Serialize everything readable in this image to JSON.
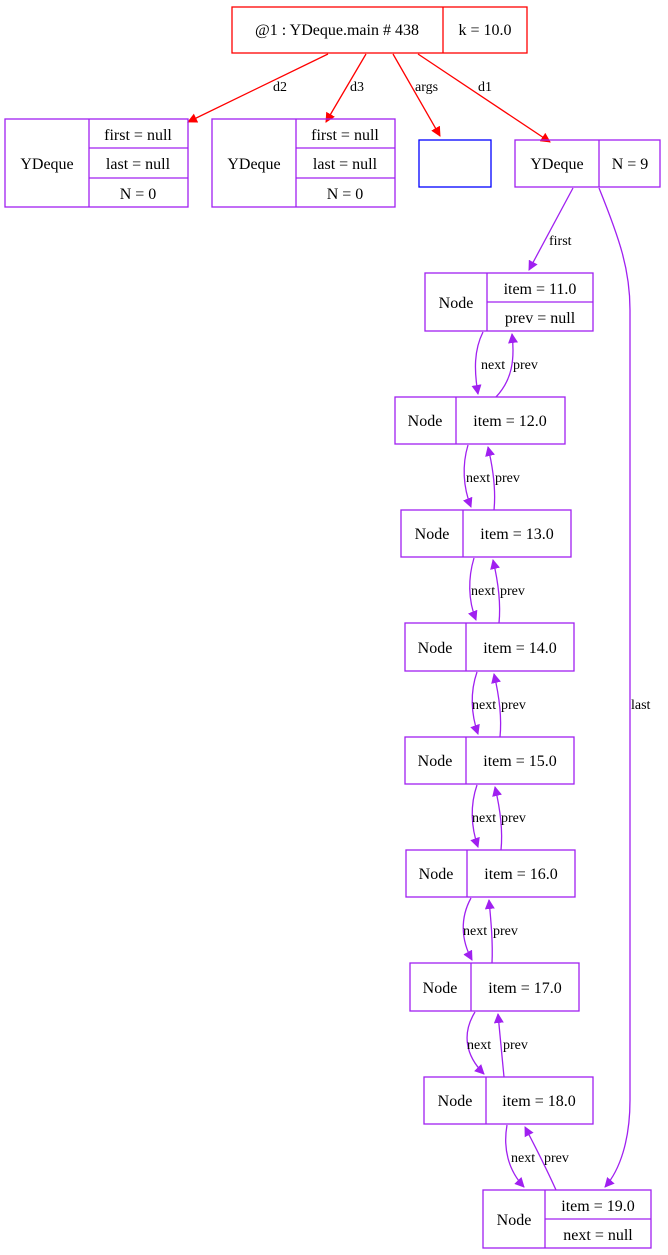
{
  "frame": {
    "label": "@1 : YDeque.main # 438",
    "field": "k = 10.0"
  },
  "deques": [
    {
      "id": "d2",
      "type": "YDeque",
      "fields": [
        "first = null",
        "last = null",
        "N = 0"
      ]
    },
    {
      "id": "d3",
      "type": "YDeque",
      "fields": [
        "first = null",
        "last = null",
        "N = 0"
      ]
    },
    {
      "id": "d1",
      "type": "YDeque",
      "fields": [
        "N = 9"
      ]
    }
  ],
  "args_box": {
    "label": ""
  },
  "nodes": [
    {
      "type": "Node",
      "fields": [
        "item = 11.0",
        "prev = null"
      ]
    },
    {
      "type": "Node",
      "fields": [
        "item = 12.0"
      ]
    },
    {
      "type": "Node",
      "fields": [
        "item = 13.0"
      ]
    },
    {
      "type": "Node",
      "fields": [
        "item = 14.0"
      ]
    },
    {
      "type": "Node",
      "fields": [
        "item = 15.0"
      ]
    },
    {
      "type": "Node",
      "fields": [
        "item = 16.0"
      ]
    },
    {
      "type": "Node",
      "fields": [
        "item = 17.0"
      ]
    },
    {
      "type": "Node",
      "fields": [
        "item = 18.0"
      ]
    },
    {
      "type": "Node",
      "fields": [
        "item = 19.0",
        "next = null"
      ]
    }
  ],
  "edge_labels": {
    "d1": "d1",
    "d2": "d2",
    "d3": "d3",
    "args": "args",
    "first": "first",
    "last": "last",
    "next": "next",
    "prev": "prev"
  },
  "colors": {
    "frame": "#ff0000",
    "object": "#a020f0",
    "array": "#0000ff",
    "text": "#000000"
  }
}
